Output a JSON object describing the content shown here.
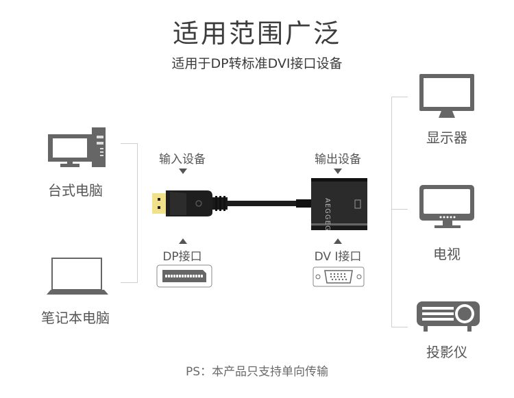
{
  "header": {
    "title": "适用范围广泛",
    "subtitle": "适用于DP转标准DVI接口设备"
  },
  "sources": [
    {
      "label": "台式电脑",
      "icon": "desktop-computer-icon"
    },
    {
      "label": "笔记本电脑",
      "icon": "laptop-icon"
    }
  ],
  "targets": [
    {
      "label": "显示器",
      "icon": "monitor-icon"
    },
    {
      "label": "电视",
      "icon": "tv-icon"
    },
    {
      "label": "投影仪",
      "icon": "projector-icon"
    }
  ],
  "adapter": {
    "input_label": "输入设备",
    "output_label": "输出设备",
    "input_port_label": "DP接口",
    "output_port_label": "DV I接口",
    "brand_text": "AEGGEG"
  },
  "colors": {
    "icon_gray": "#666666",
    "line_gray": "#cfcfcf",
    "gold_connector": "#f3e08a",
    "cable_black": "#1c1c1c"
  },
  "footnote": "PS：本产品只支持单向传输"
}
